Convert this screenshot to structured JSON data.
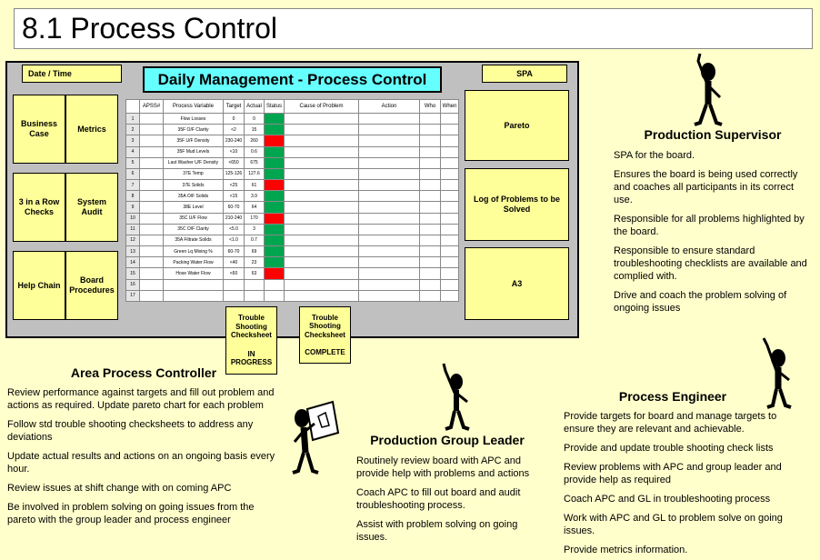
{
  "page_title": "8.1 Process Control",
  "board": {
    "title": "Daily Management  - Process Control",
    "date_time": "Date / Time",
    "spa": "SPA",
    "left_boxes": [
      "Business Case",
      "Metrics",
      "3 in a Row Checks",
      "System Audit",
      "Help Chain",
      "Board Procedures"
    ],
    "right_boxes": [
      "Pareto",
      "Log of Problems to be Solved",
      "A3"
    ],
    "checksheets": [
      {
        "title": "Trouble Shooting Checksheet",
        "status": "IN PROGRESS"
      },
      {
        "title": "Trouble Shooting Checksheet",
        "status": "COMPLETE"
      }
    ],
    "table": {
      "headers": [
        "",
        "APSS#",
        "Process Variable",
        "Target",
        "Actual",
        "Status",
        "Cause of Problem",
        "Action",
        "Who",
        "When"
      ],
      "rows": [
        {
          "n": "1",
          "var": "Flow Losses",
          "target": "0",
          "actual": "0",
          "status": "green"
        },
        {
          "n": "2",
          "var": "35F O/F Clarity",
          "target": "<2",
          "actual": "15",
          "status": "green"
        },
        {
          "n": "3",
          "var": "35F U/F Density",
          "target": "230-240",
          "actual": "260",
          "status": "red"
        },
        {
          "n": "4",
          "var": "35F Mud Levels",
          "target": "<10",
          "actual": "0.6",
          "status": "green"
        },
        {
          "n": "5",
          "var": "Last Washer U/F Density",
          "target": "<650",
          "actual": "675",
          "status": "green"
        },
        {
          "n": "6",
          "var": "37E Temp",
          "target": "125-126",
          "actual": "127.6",
          "status": "green"
        },
        {
          "n": "7",
          "var": "37E Solids",
          "target": "<25",
          "actual": "61",
          "status": "red"
        },
        {
          "n": "8",
          "var": "35A O/F Solids",
          "target": "<15",
          "actual": "3.9",
          "status": "green"
        },
        {
          "n": "9",
          "var": "38E Level",
          "target": "60-70",
          "actual": "64",
          "status": "green"
        },
        {
          "n": "10",
          "var": "35C U/F Flow",
          "target": "210-240",
          "actual": "170",
          "status": "red"
        },
        {
          "n": "11",
          "var": "35C O/F Clarity",
          "target": "<5.0",
          "actual": "3",
          "status": "green"
        },
        {
          "n": "12",
          "var": "35A Filtrate Solids",
          "target": "<1.0",
          "actual": "0.7",
          "status": "green"
        },
        {
          "n": "13",
          "var": "Green Lq Mixing %",
          "target": "60-70",
          "actual": "69",
          "status": "green"
        },
        {
          "n": "14",
          "var": "Packing Water Flow",
          "target": "<40",
          "actual": "23",
          "status": "green"
        },
        {
          "n": "15",
          "var": "Hose Water Flow",
          "target": "<60",
          "actual": "63",
          "status": "red"
        },
        {
          "n": "16",
          "var": "",
          "target": "",
          "actual": "",
          "status": ""
        },
        {
          "n": "17",
          "var": "",
          "target": "",
          "actual": "",
          "status": ""
        }
      ]
    }
  },
  "roles": {
    "supervisor": {
      "title": "Production Supervisor",
      "items": [
        "SPA for the board.",
        "Ensures the board is being used correctly and coaches all participants in its correct use.",
        "Responsible for all problems highlighted by the board.",
        "Responsible to ensure standard troubleshooting checklists are available and complied with.",
        "Drive and coach the problem solving of ongoing issues"
      ]
    },
    "apc": {
      "title": "Area Process Controller",
      "items": [
        "Review performance against targets and fill out problem and actions as required. Update pareto chart for each problem",
        "Follow std trouble shooting checksheets to address any deviations",
        "Update actual results and actions on an ongoing basis every hour.",
        "Review issues at shift change with on coming APC",
        "Be involved in problem solving on going issues from the pareto with the group leader and process engineer"
      ]
    },
    "group_leader": {
      "title": "Production Group Leader",
      "items": [
        "Routinely review board with APC and provide help with problems and actions",
        "Coach APC to fill out board and audit troubleshooting process.",
        "Assist with problem solving on going issues."
      ]
    },
    "engineer": {
      "title": "Process Engineer",
      "items": [
        "Provide targets for board and manage targets to ensure they are relevant and achievable.",
        "Provide and update trouble shooting check lists",
        "Review problems with APC and group leader and provide help as required",
        "Coach APC and GL in troubleshooting process",
        "Work with APC and GL to problem solve on going issues.",
        "Provide metrics information."
      ]
    }
  },
  "icons": [
    "stick-figure-pointing-icon",
    "stick-figure-reading-icon",
    "stick-figure-waving-icon"
  ],
  "colors": {
    "background": "#ffffcc",
    "box_fill": "#ffff99",
    "title_fill": "#66ffff",
    "status_green": "#00a550",
    "status_red": "#ff0000"
  }
}
